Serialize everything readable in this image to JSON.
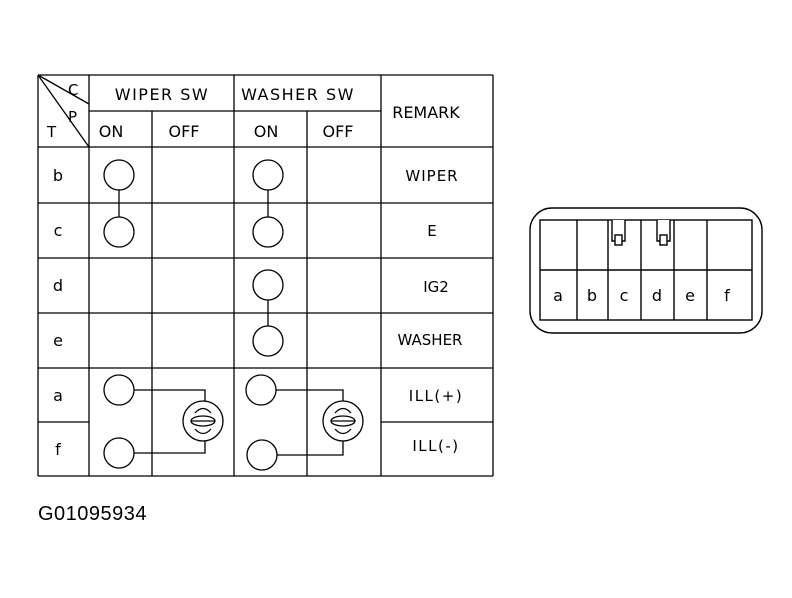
{
  "table": {
    "corner": {
      "top": "C",
      "middle": "P",
      "left": "T"
    },
    "headers": {
      "wiper_sw": "WIPER SW",
      "washer_sw": "WASHER SW",
      "remark": "REMARK",
      "on": "ON",
      "off": "OFF"
    },
    "rows": [
      {
        "terminal": "b",
        "remark": "WIPER"
      },
      {
        "terminal": "c",
        "remark": "E"
      },
      {
        "terminal": "d",
        "remark": "IG2"
      },
      {
        "terminal": "e",
        "remark": "WASHER"
      },
      {
        "terminal": "a",
        "remark": "ILL(+)"
      },
      {
        "terminal": "f",
        "remark": "ILL(-)"
      }
    ]
  },
  "connector": {
    "pins": [
      "a",
      "b",
      "c",
      "d",
      "e",
      "f"
    ]
  },
  "figure_id": "G01095934"
}
